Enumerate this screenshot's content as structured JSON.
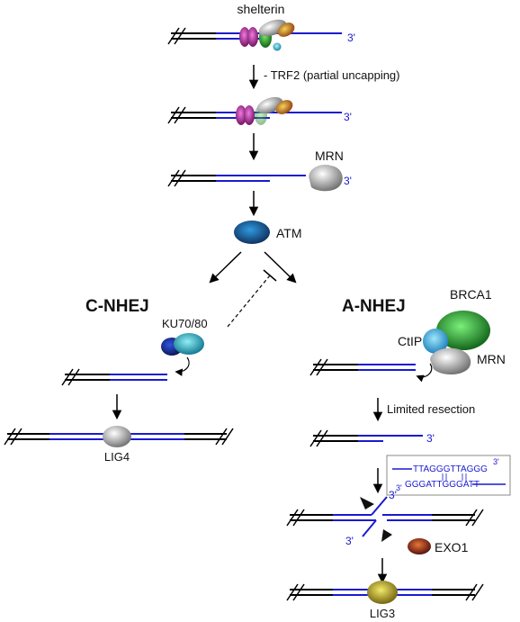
{
  "labels": {
    "shelterin": "shelterin",
    "trf2": "- TRF2 (partial uncapping)",
    "mrn_top": "MRN",
    "atm": "ATM",
    "c_nhej": "C-NHEJ",
    "a_nhej": "A-NHEJ",
    "ku": "KU70/80",
    "brca1": "BRCA1",
    "ctip": "CtIP",
    "mrn_right": "MRN",
    "lig4": "LIG4",
    "limited_resection": "Limited resection",
    "exo1": "EXO1",
    "lig3": "LIG3",
    "three_prime": "3'",
    "seq_top": "TTAGGGTTAGGG",
    "seq_bottom": "GGGATTGGGATT"
  },
  "colors": {
    "dna_black": "#000000",
    "telomere_blue": "#1a1ad0",
    "atm": "#1c6fb0",
    "ku_dark": "#1b2f8f",
    "ku_light": "#2bb3c8",
    "brca1": "#1aa52a",
    "ctip": "#2aa8d8",
    "mrn_gray": "#8a8a8a",
    "shelterin_magenta": "#b01aa0",
    "shelterin_green": "#1f9a2a",
    "shelterin_orange": "#c87a1a",
    "shelterin_cyan": "#2ab8d0",
    "exo1": "#b0300e",
    "lig3": "#c8b21a",
    "lig4": "#8a8a8a"
  }
}
